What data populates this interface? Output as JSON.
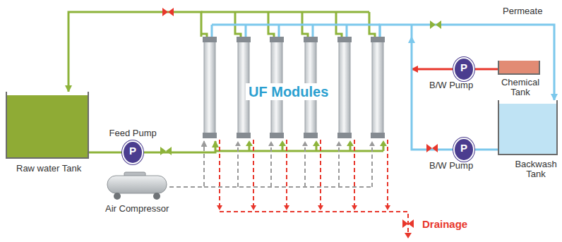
{
  "diagram": {
    "nodes": [
      {
        "text": [
          "Raw water Tank"
        ]
      },
      {
        "text": [
          "P",
          "Feed Pump"
        ]
      },
      {
        "text": [
          "UF Modules"
        ]
      },
      {
        "text": [
          "Air Compressor"
        ]
      },
      {
        "text": [
          "Chemical Tank"
        ]
      },
      {
        "text": [
          "P",
          "B/W Pump"
        ]
      },
      {
        "text": [
          "Backwash Tank"
        ]
      },
      {
        "text": [
          "P",
          "B/W Pump"
        ]
      }
    ],
    "edges": [
      {
        "from": 0,
        "to": 1,
        "arrow": "none"
      },
      {
        "from": 1,
        "to": 2,
        "arrow": "to"
      },
      {
        "from": 2,
        "to": 0,
        "arrow": "to"
      },
      {
        "from": 2,
        "to": 6,
        "arrow": "to"
      },
      {
        "from": 4,
        "to": 5,
        "arrow": "none"
      },
      {
        "from": 5,
        "to": 2,
        "arrow": "to"
      },
      {
        "from": 6,
        "to": 7,
        "arrow": "none"
      },
      {
        "from": 7,
        "to": 2,
        "arrow": "to"
      },
      {
        "from": 3,
        "to": 2,
        "arrow": "to"
      }
    ],
    "labels": [
      "Permeate",
      "Drainage"
    ]
  }
}
